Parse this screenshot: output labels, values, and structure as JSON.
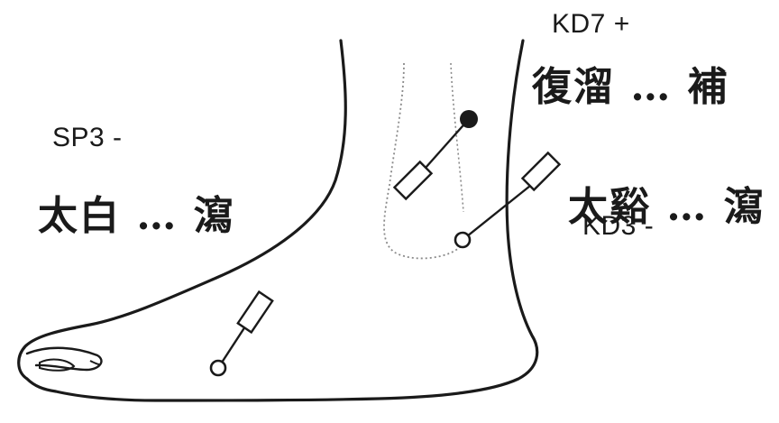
{
  "labels": {
    "kd7_code": "KD7 +",
    "kd7_text": "復溜 … 補",
    "sp3_code": "SP3 -",
    "sp3_text": "太白 … 瀉",
    "kd3_text": "太谿 … 瀉",
    "kd3_code": "KD3 -"
  },
  "colors": {
    "ink": "#1a1a1a",
    "dotted_outline": "#8a8a8a",
    "background": "#ffffff"
  }
}
